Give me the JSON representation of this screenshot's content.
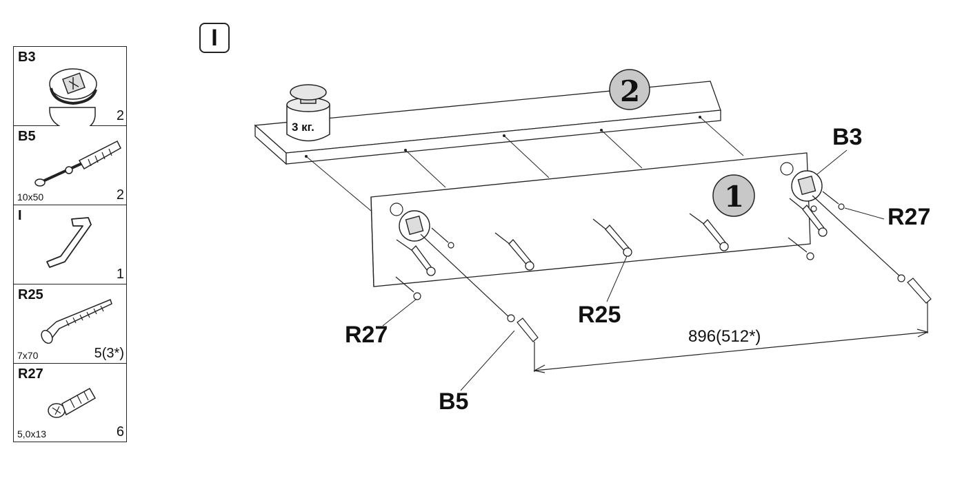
{
  "step_label": "I",
  "parts": [
    {
      "code": "B3",
      "size": "",
      "qty": "2",
      "icon": "cam-lock-icon"
    },
    {
      "code": "B5",
      "size": "10x50",
      "qty": "2",
      "icon": "wall-plug-screw-icon"
    },
    {
      "code": "I",
      "size": "",
      "qty": "1",
      "icon": "hex-key-icon"
    },
    {
      "code": "R25",
      "size": "7x70",
      "qty": "5(3*)",
      "icon": "confirmat-screw-icon"
    },
    {
      "code": "R27",
      "size": "5,0x13",
      "qty": "6",
      "icon": "cam-bolt-icon"
    }
  ],
  "panels": {
    "panel_1": "1",
    "panel_2": "2"
  },
  "weight_label": "3 кг.",
  "callouts": {
    "b3": "B3",
    "r27_right": "R27",
    "r27_left": "R27",
    "r25": "R25",
    "b5": "B5"
  },
  "dimension": "896(512*)"
}
